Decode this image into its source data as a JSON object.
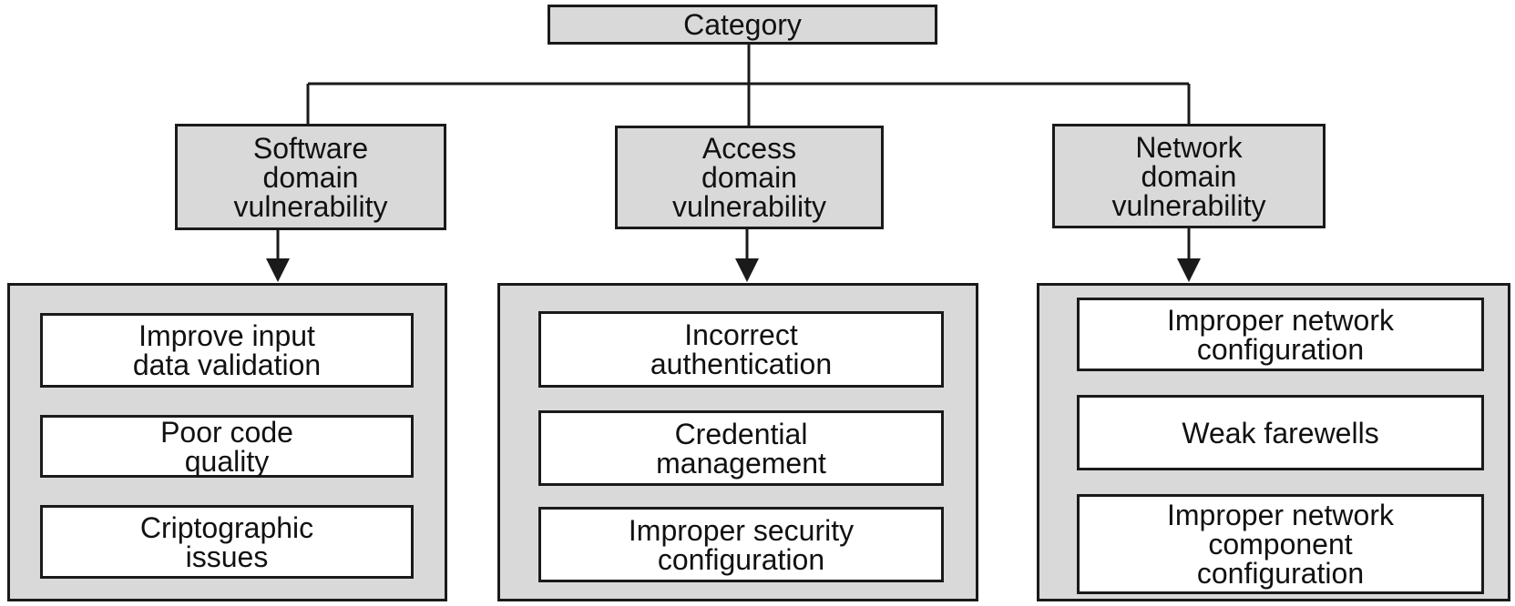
{
  "root": {
    "label": "Category"
  },
  "categories": [
    {
      "label": "Software\ndomain\nvulnerability",
      "items": [
        "Improve input\ndata validation",
        "Poor code\nquality",
        "Criptographic\nissues"
      ]
    },
    {
      "label": "Access\ndomain\nvulnerability",
      "items": [
        "Incorrect\nauthentication",
        "Credential\nmanagement",
        "Improper security\nconfiguration"
      ]
    },
    {
      "label": "Network\ndomain\nvulnerability",
      "items": [
        "Improper network\nconfiguration",
        "Weak farewells",
        "Improper network\ncomponent\nconfiguration"
      ]
    }
  ]
}
